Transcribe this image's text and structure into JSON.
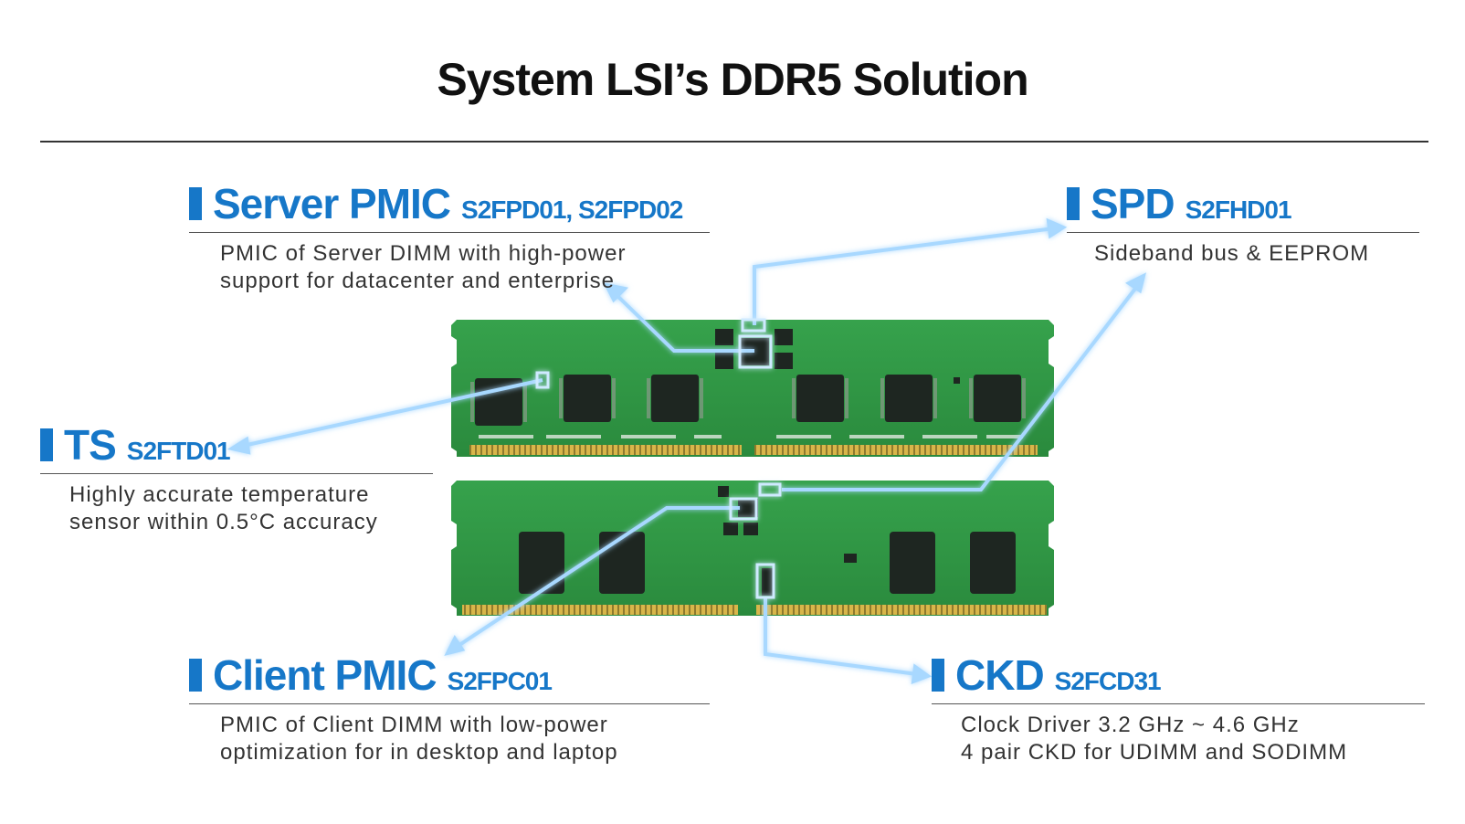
{
  "title": "System LSI’s DDR5 Solution",
  "colors": {
    "accent": "#1677c8",
    "pcb": "#2f9a45",
    "chip": "#1e2621",
    "gold": "#c9a93b",
    "glow": "#a8d8ff"
  },
  "callouts": {
    "server_pmic": {
      "name": "Server PMIC",
      "code": "S2FPD01, S2FPD02",
      "desc": [
        "PMIC of Server DIMM with high-power",
        "support for datacenter and enterprise"
      ]
    },
    "spd": {
      "name": "SPD",
      "code": "S2FHD01",
      "desc": [
        "Sideband bus & EEPROM"
      ]
    },
    "ts": {
      "name": "TS",
      "code": "S2FTD01",
      "desc": [
        "Highly accurate temperature",
        "sensor within 0.5°C accuracy"
      ]
    },
    "client_pmic": {
      "name": "Client PMIC",
      "code": "S2FPC01",
      "desc": [
        "PMIC of Client DIMM with low-power",
        "optimization for in desktop and laptop"
      ]
    },
    "ckd": {
      "name": "CKD",
      "code": "S2FCD31",
      "desc": [
        "Clock Driver 3.2 GHz ~ 4.6 GHz",
        "4 pair CKD for UDIMM and SODIMM"
      ]
    }
  }
}
